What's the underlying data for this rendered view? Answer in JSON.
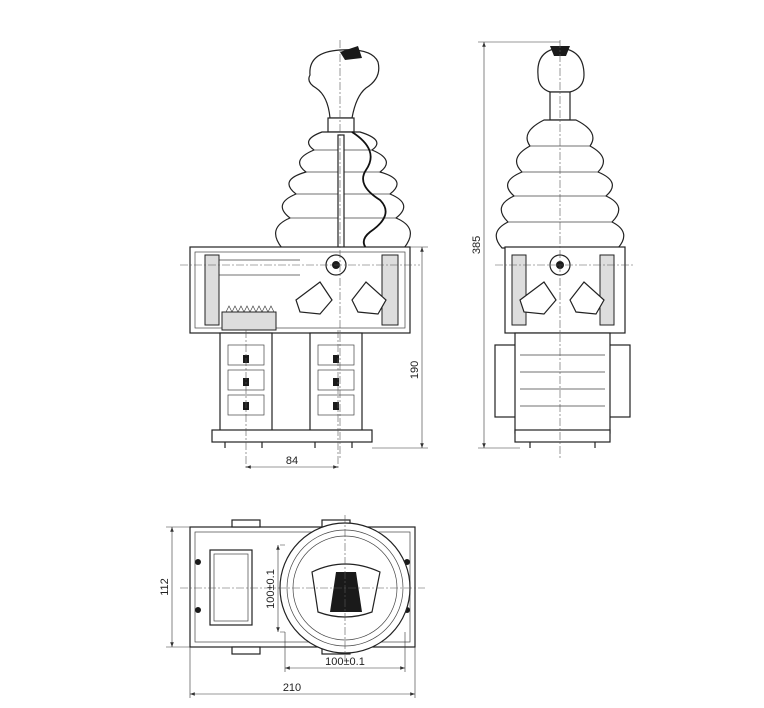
{
  "title": "Joystick controller dimension drawing",
  "dimensions": {
    "front_module_spacing": "84",
    "front_height": "190",
    "total_height": "385",
    "top_depth": "112",
    "top_mount_vertical": "100±0.1",
    "top_mount_horizontal": "100±0.1",
    "top_width": "210"
  }
}
